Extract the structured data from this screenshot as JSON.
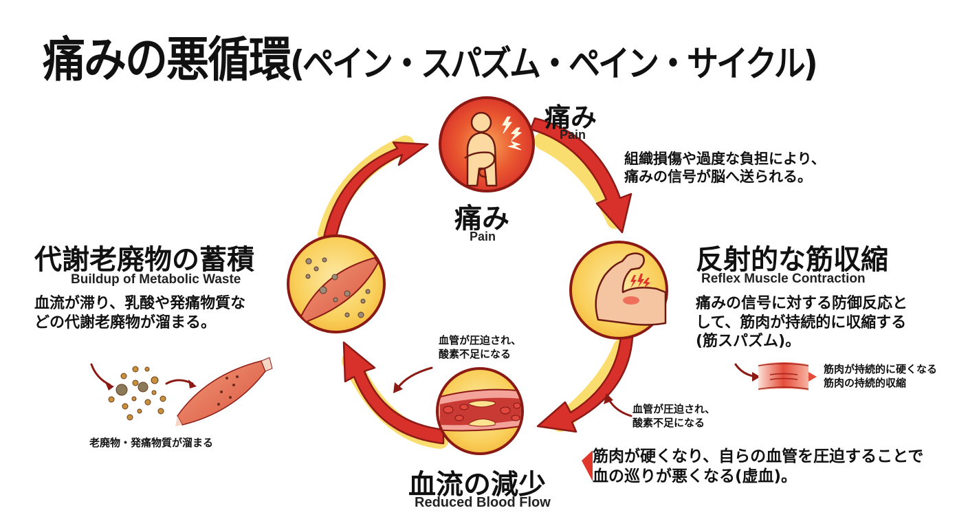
{
  "title": {
    "main": "痛みの悪循環",
    "sub": "(ペイン・スパズム・ペイン・サイクル)"
  },
  "colors": {
    "arrow_red": "#d8302a",
    "arrow_outline": "#8e1a15",
    "glow_yellow": "#f7d23e",
    "circle_yellow": "#f9c74f",
    "circle_red": "#e0372c",
    "circle_border": "#8b1a14",
    "text": "#111111"
  },
  "nodes": {
    "pain": {
      "icon": "person-in-pain-icon",
      "label_top_jp": "痛み",
      "label_top_en": "Pain",
      "label_jp": "痛み",
      "label_en": "Pain",
      "description": [
        "組織損傷や過度な負担により、",
        "痛みの信号が脳へ送られる。"
      ]
    },
    "reflex": {
      "icon": "flexed-arm-icon",
      "label_jp": "反射的な筋収縮",
      "label_en": "Reflex Muscle Contraction",
      "description": [
        "痛みの信号に対する防御反応と",
        "して、筋肉が持続的に収縮する",
        "(筋スパズム)。"
      ],
      "note": [
        "筋肉が持続的に硬くなる",
        "筋肉の持続的収縮"
      ]
    },
    "blood": {
      "icon": "narrowed-blood-vessel-icon",
      "label_jp": "血流の減少",
      "label_en": "Reduced Blood Flow",
      "description": [
        "筋肉が硬くなり、自らの血管を圧迫することで",
        "血の巡りが悪くなる(虚血)。"
      ],
      "note_right": [
        "血管が圧迫され、",
        "酸素不足になる"
      ],
      "note_left": [
        "血管が圧迫され、",
        "酸素不足になる"
      ]
    },
    "waste": {
      "icon": "muscle-with-waste-particles-icon",
      "label_jp": "代謝老廃物の蓄積",
      "label_en": "Buildup of Metabolic Waste",
      "description": [
        "血流が滞り、乳酸や発痛物質な",
        "どの代謝老廃物が溜まる。"
      ],
      "illustration_caption": "老廃物・発痛物質が溜まる"
    }
  }
}
